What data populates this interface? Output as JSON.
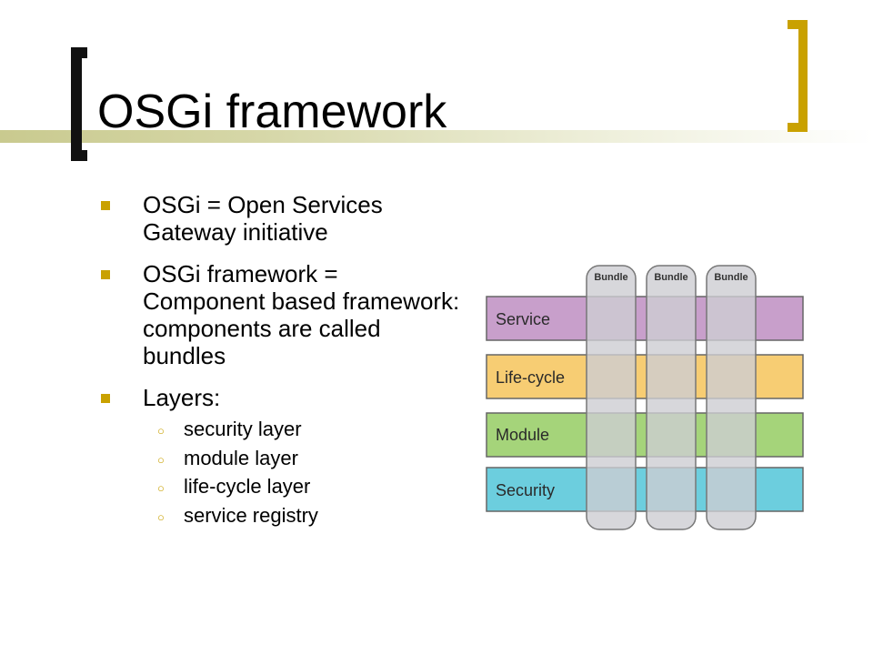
{
  "slide": {
    "title": "OSGi framework",
    "accent_color": "#c9a100",
    "bullets": [
      {
        "text": "OSGi = Open Services Gateway initiative"
      },
      {
        "text": "OSGi framework = Component based framework: components are called bundles"
      },
      {
        "text": "Layers:"
      }
    ],
    "sub_bullets": [
      "security layer",
      "module layer",
      "life-cycle layer",
      "service registry"
    ]
  },
  "diagram": {
    "layers": [
      {
        "label": "Service",
        "color": "#c89fcb"
      },
      {
        "label": "Life-cycle",
        "color": "#f7cd73"
      },
      {
        "label": "Module",
        "color": "#a5d47a"
      },
      {
        "label": "Security",
        "color": "#6ccede"
      }
    ],
    "bundles": [
      {
        "label": "Bundle"
      },
      {
        "label": "Bundle"
      },
      {
        "label": "Bundle"
      }
    ]
  }
}
